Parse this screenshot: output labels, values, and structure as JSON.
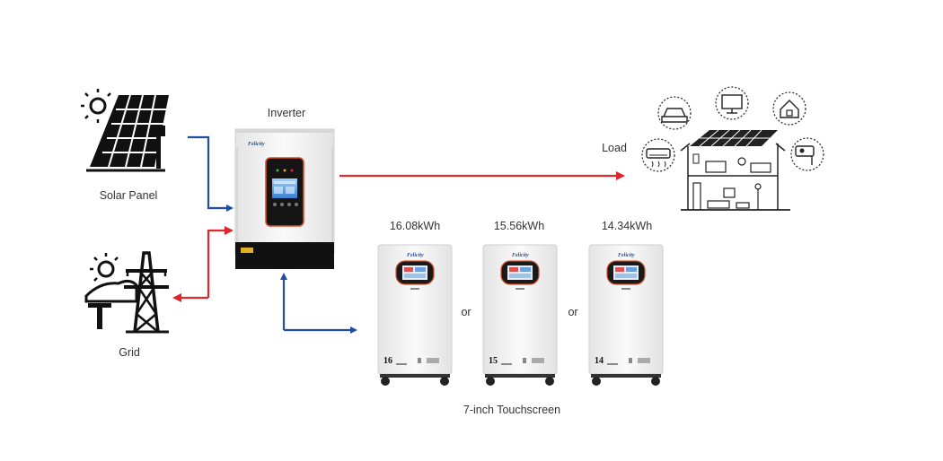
{
  "labels": {
    "inverter": "Inverter",
    "solar_panel": "Solar Panel",
    "grid": "Grid",
    "load": "Load",
    "touchscreen": "7-inch Touchscreen"
  },
  "batteries": [
    {
      "capacity": "16.08kWh",
      "badge": "16"
    },
    {
      "capacity": "15.56kWh",
      "badge": "15"
    },
    {
      "capacity": "14.34kWh",
      "badge": "14"
    }
  ],
  "separators": [
    "or",
    "or"
  ],
  "brand": "Felicity",
  "colors": {
    "dc_flow": "#1f4ea3",
    "ac_flow": "#e0262a",
    "device_body": "#f2f2f2",
    "device_base": "#111111",
    "screen_trim": "#d9502b"
  }
}
